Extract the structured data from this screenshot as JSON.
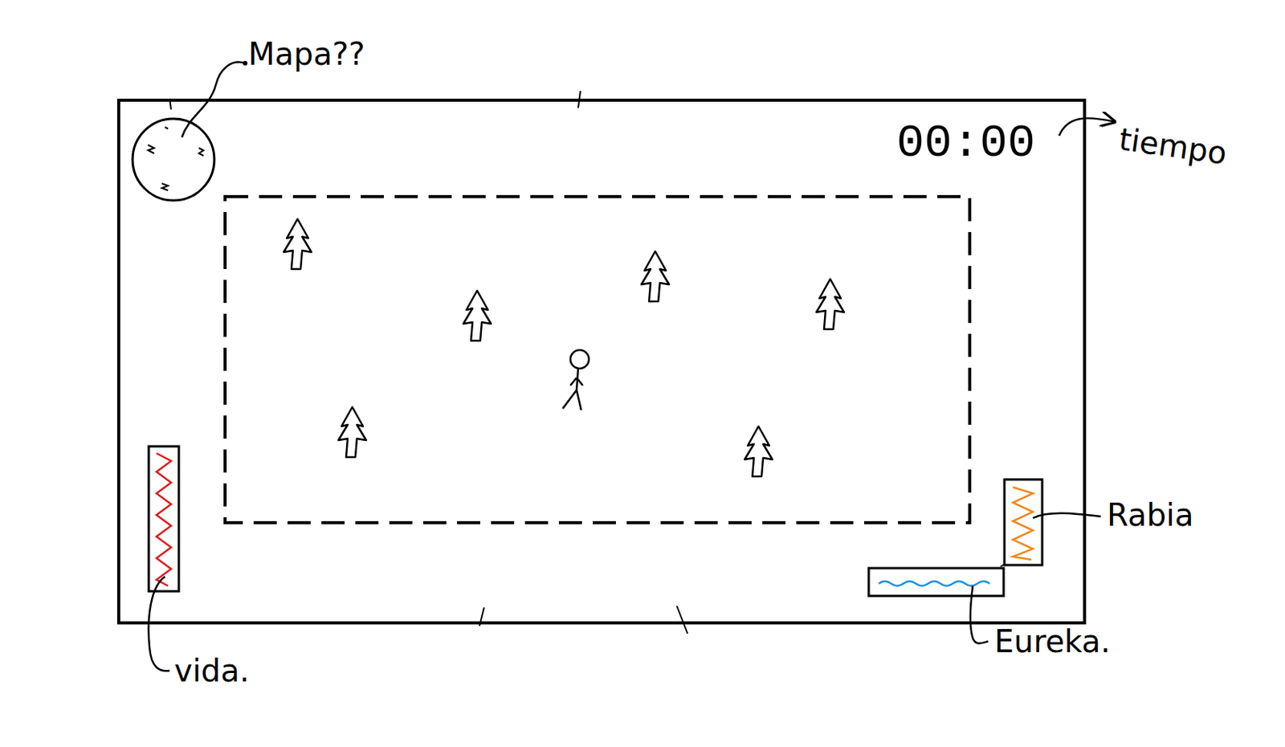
{
  "diagram": {
    "labels": [
      "Mapa??",
      "00:00",
      "tiempo",
      "vida.",
      "Rabia",
      "Eureka."
    ]
  }
}
